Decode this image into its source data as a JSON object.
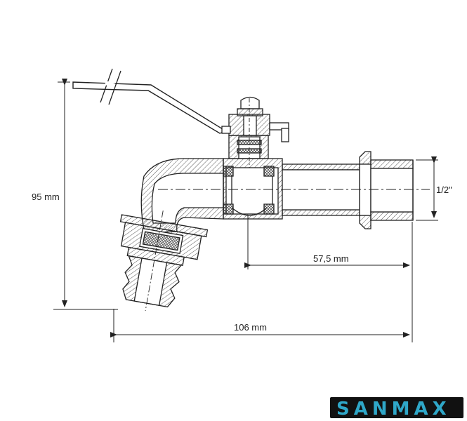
{
  "dimensions": {
    "height": "95 mm",
    "outlet": "57,5 mm",
    "length": "106 mm",
    "thread": "1/2\""
  },
  "brand": {
    "name": "SANMAX",
    "color": "#2fa7c8"
  },
  "colors": {
    "line": "#222222",
    "hatch": "#555555"
  }
}
